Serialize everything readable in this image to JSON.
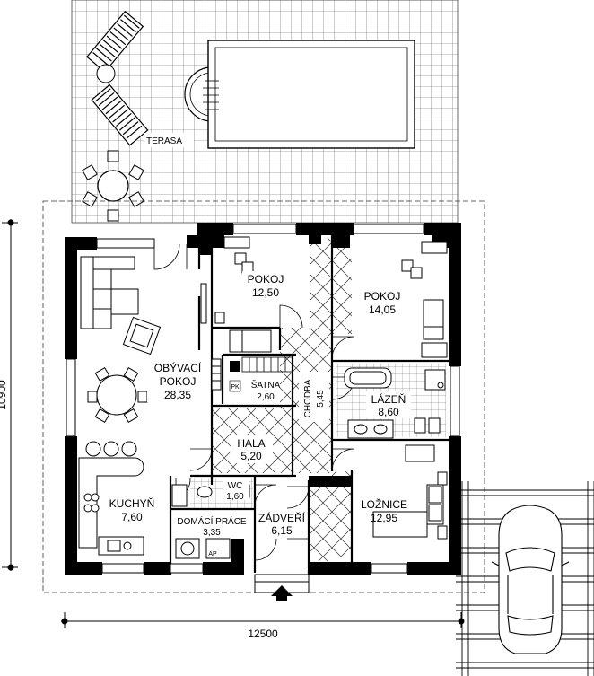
{
  "terrace_label": "TERASA",
  "rooms": {
    "pokoj1": {
      "name": "POKOJ",
      "area": "12,50"
    },
    "pokoj2": {
      "name": "POKOJ",
      "area": "14,05"
    },
    "obyvaci": {
      "name1": "OBÝVACÍ",
      "name2": "POKOJ",
      "area": "28,35"
    },
    "satna": {
      "name": "ŠATNA",
      "area": "2,60"
    },
    "chodba": {
      "name": "CHODBA",
      "area": "5,45"
    },
    "lazen": {
      "name": "LÁZEŇ",
      "area": "8,60"
    },
    "hala": {
      "name": "HALA",
      "area": "5,20"
    },
    "kuchyn": {
      "name": "KUCHYŇ",
      "area": "7,60"
    },
    "wc": {
      "name": "WC",
      "area": "1,60"
    },
    "domaci": {
      "name": "DOMÁCÍ PRÁCE",
      "area": "3,35"
    },
    "zadveri": {
      "name": "ZÁDVEŘÍ",
      "area": "6,15"
    },
    "loznice": {
      "name": "LOŽNICE",
      "area": "12,95"
    }
  },
  "small_labels": {
    "pk": "PK",
    "ap": "AP"
  },
  "dimensions": {
    "width": "12500",
    "height": "10900"
  },
  "colors": {
    "wall": "#000000",
    "grid": "#666666",
    "hatch": "#333333"
  }
}
